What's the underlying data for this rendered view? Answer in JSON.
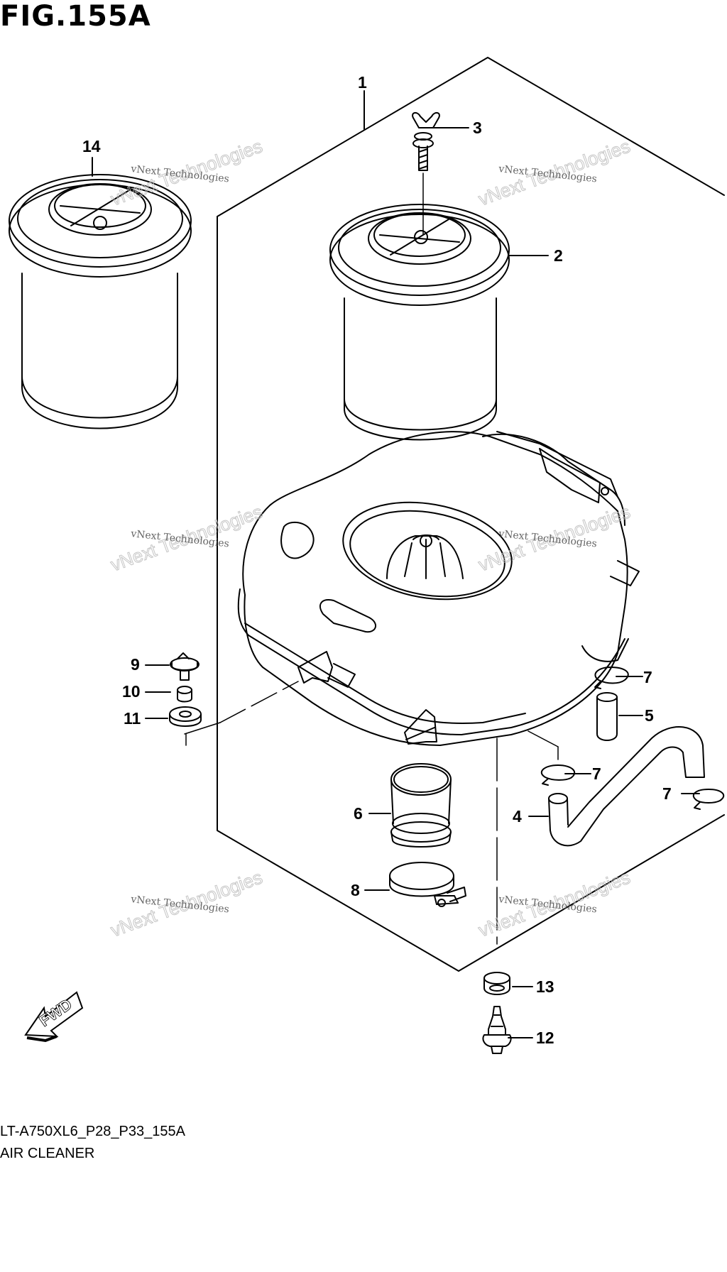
{
  "figure": {
    "title": "FIG.155A",
    "model_code": "LT-A750XL6_P28_P33_155A",
    "section_name": "AIR CLEANER"
  },
  "callouts": [
    {
      "id": "1",
      "label": "1"
    },
    {
      "id": "2",
      "label": "2"
    },
    {
      "id": "3",
      "label": "3"
    },
    {
      "id": "4",
      "label": "4"
    },
    {
      "id": "5",
      "label": "5"
    },
    {
      "id": "6",
      "label": "6"
    },
    {
      "id": "7a",
      "label": "7"
    },
    {
      "id": "7b",
      "label": "7"
    },
    {
      "id": "7c",
      "label": "7"
    },
    {
      "id": "8",
      "label": "8"
    },
    {
      "id": "9",
      "label": "9"
    },
    {
      "id": "10",
      "label": "10"
    },
    {
      "id": "11",
      "label": "11"
    },
    {
      "id": "12",
      "label": "12"
    },
    {
      "id": "13",
      "label": "13"
    },
    {
      "id": "14",
      "label": "14"
    }
  ],
  "direction_arrow": {
    "label": "FWD",
    "icon": "fwd-arrow-icon"
  },
  "watermark": {
    "main": "vNext Technologies",
    "small": "vNext Technologies"
  }
}
